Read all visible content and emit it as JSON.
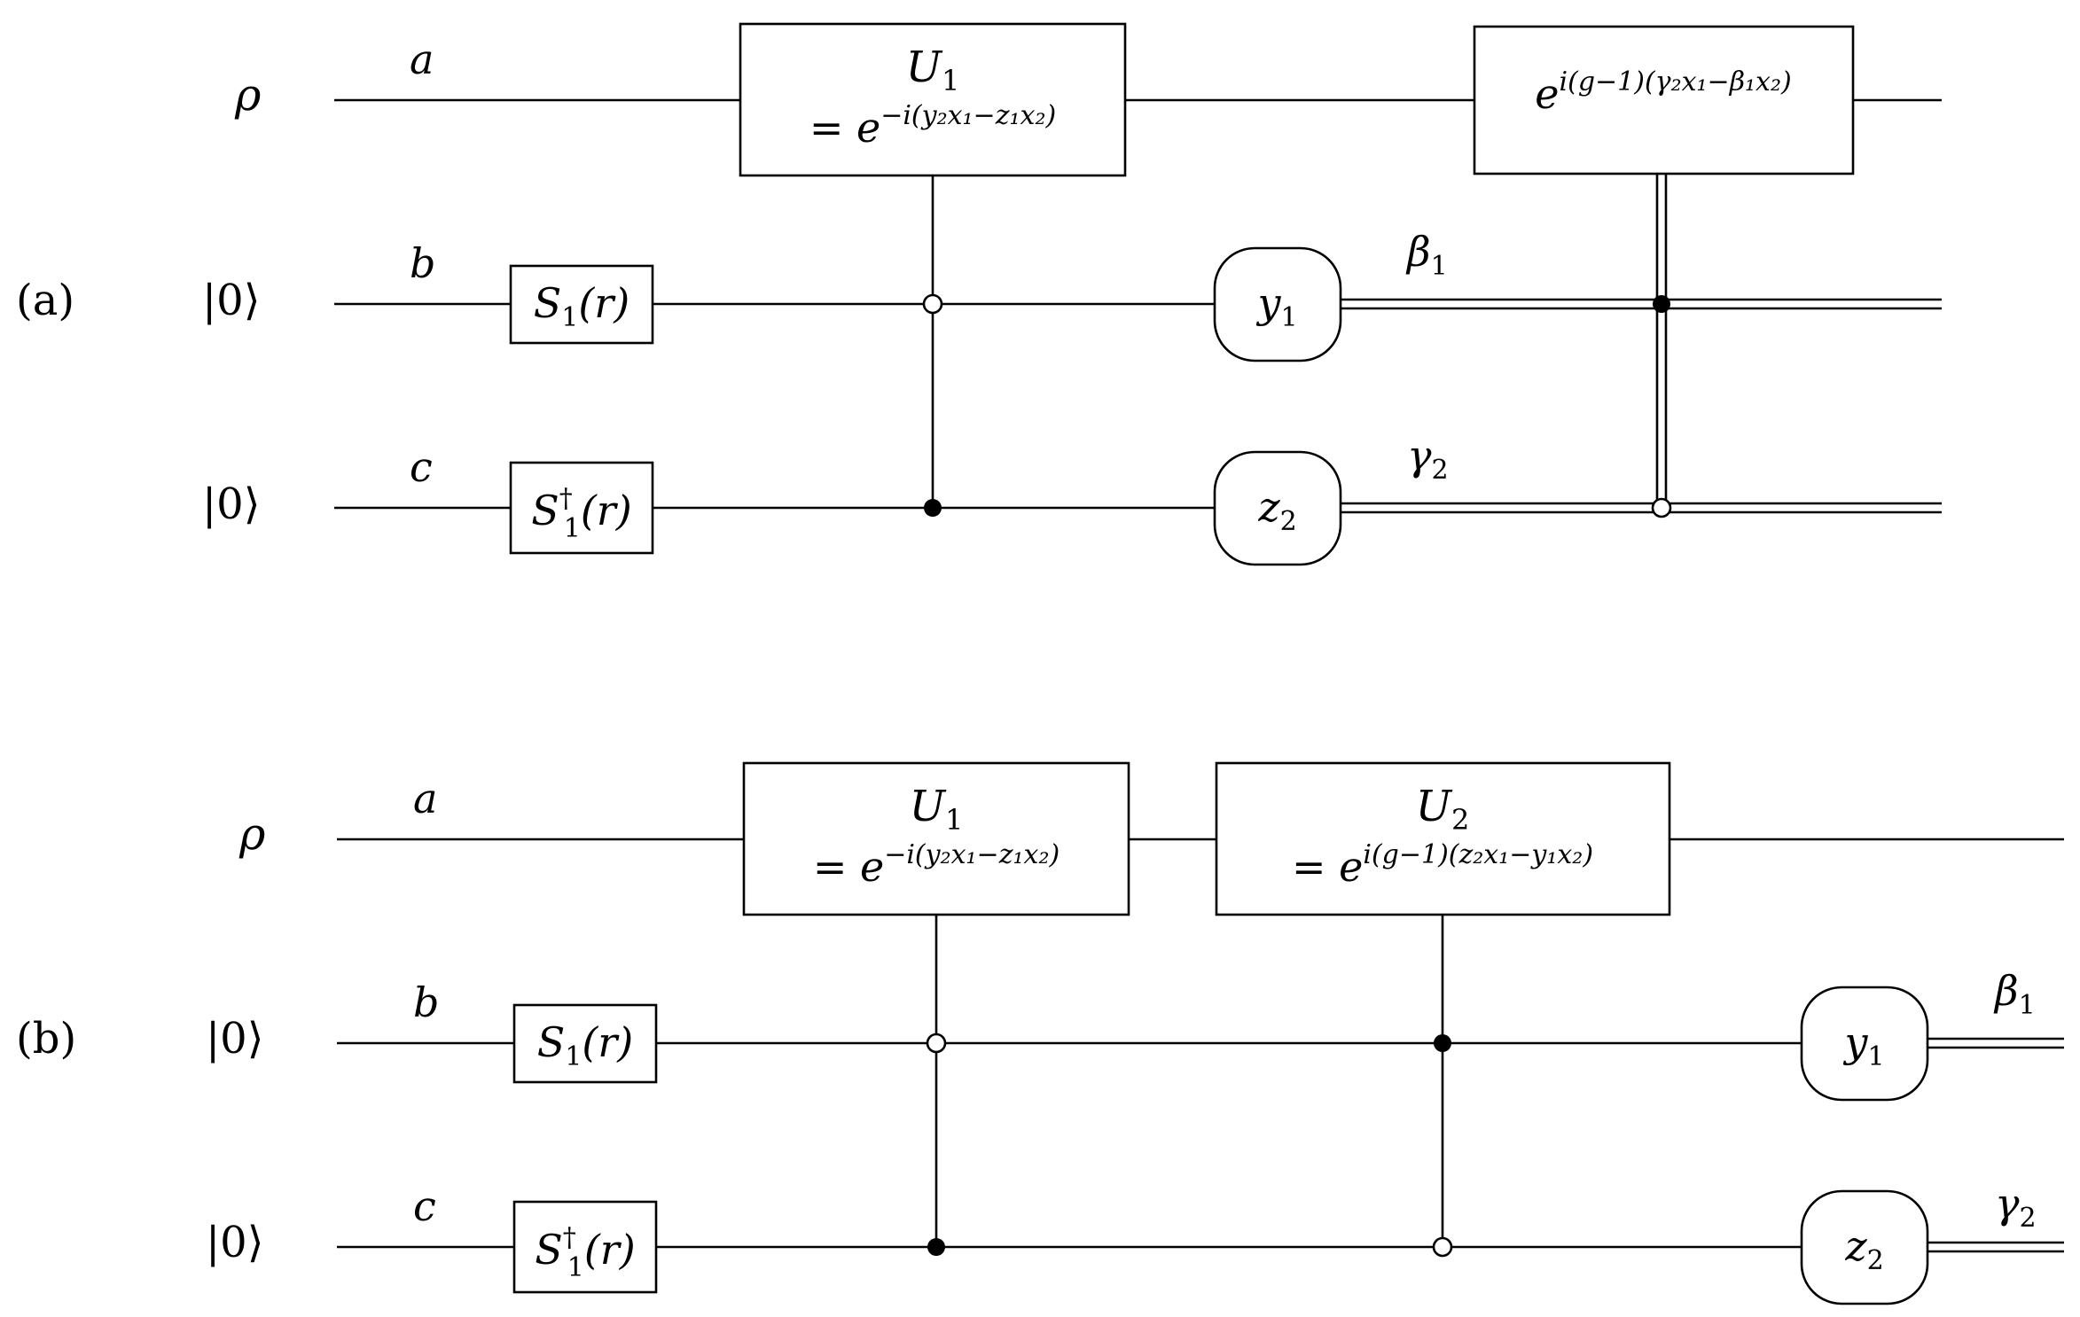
{
  "panel_a": {
    "panel_label": "(a)",
    "inputs": {
      "a": "ρ",
      "b": "|0⟩",
      "c": "|0⟩"
    },
    "wire_labels": {
      "a": "a",
      "b": "b",
      "c": "c"
    },
    "squeeze_b": {
      "base": "S",
      "sub": "1",
      "tail": "(r)"
    },
    "squeeze_c": {
      "base": "S",
      "sup": "†",
      "sub": "1",
      "tail": "(r)"
    },
    "u1": {
      "title": "U",
      "title_sub": "1",
      "eq": "= e",
      "exp": "−i(y₂x₁−z₁x₂)"
    },
    "feedback": {
      "base": "e",
      "exp": "i(g−1)(γ₂x₁−β₁x₂)"
    },
    "meas_b": {
      "base": "y",
      "sub": "1"
    },
    "meas_c": {
      "base": "z",
      "sub": "2"
    },
    "out_b": {
      "base": "β",
      "sub": "1"
    },
    "out_c": {
      "base": "γ",
      "sub": "2"
    }
  },
  "panel_b": {
    "panel_label": "(b)",
    "inputs": {
      "a": "ρ",
      "b": "|0⟩",
      "c": "|0⟩"
    },
    "wire_labels": {
      "a": "a",
      "b": "b",
      "c": "c"
    },
    "squeeze_b": {
      "base": "S",
      "sub": "1",
      "tail": "(r)"
    },
    "squeeze_c": {
      "base": "S",
      "sup": "†",
      "sub": "1",
      "tail": "(r)"
    },
    "u1": {
      "title": "U",
      "title_sub": "1",
      "eq": "= e",
      "exp": "−i(y₂x₁−z₁x₂)"
    },
    "u2": {
      "title": "U",
      "title_sub": "2",
      "eq": "= e",
      "exp": "i(g−1)(z₂x₁−y₁x₂)"
    },
    "meas_b": {
      "base": "y",
      "sub": "1"
    },
    "meas_c": {
      "base": "z",
      "sub": "2"
    },
    "out_b": {
      "base": "β",
      "sub": "1"
    },
    "out_c": {
      "base": "γ",
      "sub": "2"
    }
  }
}
